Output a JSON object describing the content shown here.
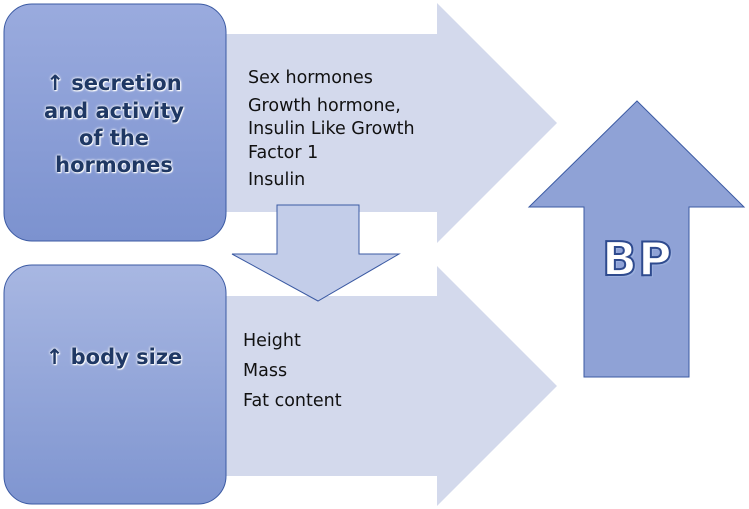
{
  "boxes": {
    "top_label": [
      "↑ secretion",
      "and activity",
      "of the",
      "hormones"
    ],
    "bottom_label": [
      "↑ body size"
    ]
  },
  "arrows": {
    "top_list": [
      "Sex hormones",
      "Growth hormone,",
      "Insulin Like Growth",
      "Factor 1",
      "Insulin"
    ],
    "bottom_list": [
      "Height",
      "Mass",
      "Fat content"
    ]
  },
  "bp_arrow": {
    "label": "BP"
  },
  "colors": {
    "box_fill": "#8fa2d6",
    "box_stroke": "#3b5aa3",
    "arrow_fill": "#d3d9ec",
    "down_arrow_fill": "#c3cde9",
    "bp_fill": "#8fa2d6",
    "text_dark": "#1f3864"
  }
}
